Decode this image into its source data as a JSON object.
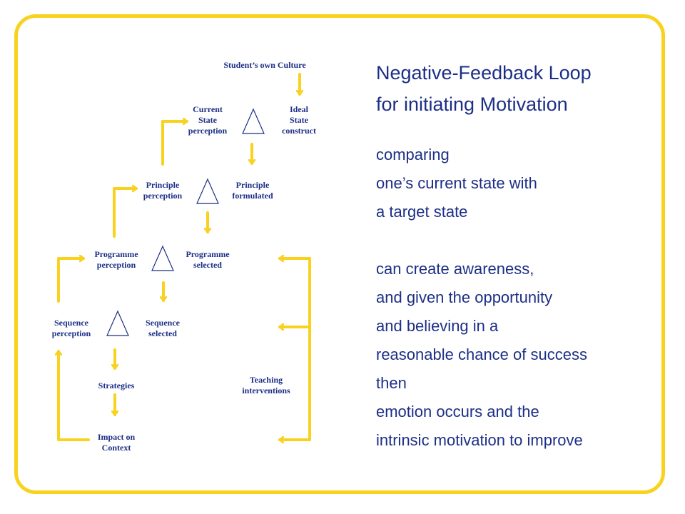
{
  "colors": {
    "accent": "#f9d21f",
    "text": "#1c2f86",
    "triangle": "#1c2f86"
  },
  "diagram": {
    "students_own_culture": "Student’s own Culture",
    "current_state_perception": "Current\nState\nperception",
    "ideal_state_construct": "Ideal\nState\nconstruct",
    "principle_perception": "Principle\nperception",
    "principle_formulated": "Principle\nformulated",
    "programme_perception": "Programme\nperception",
    "programme_selected": "Programme\nselected",
    "sequence_perception": "Sequence\nperception",
    "sequence_selected": "Sequence\nselected",
    "strategies": "Strategies",
    "impact_on_context": "Impact on\nContext",
    "teaching_interventions": "Teaching\ninterventions"
  },
  "heading": {
    "line1": "Negative-Feedback Loop",
    "line2": "for initiating Motivation"
  },
  "body_lines": [
    "comparing",
    "one’s current state with",
    "a target state",
    "",
    "can create awareness,",
    "and given the opportunity",
    "and believing in a",
    "reasonable chance of success",
    "then",
    "emotion occurs and the",
    "intrinsic motivation to improve"
  ]
}
